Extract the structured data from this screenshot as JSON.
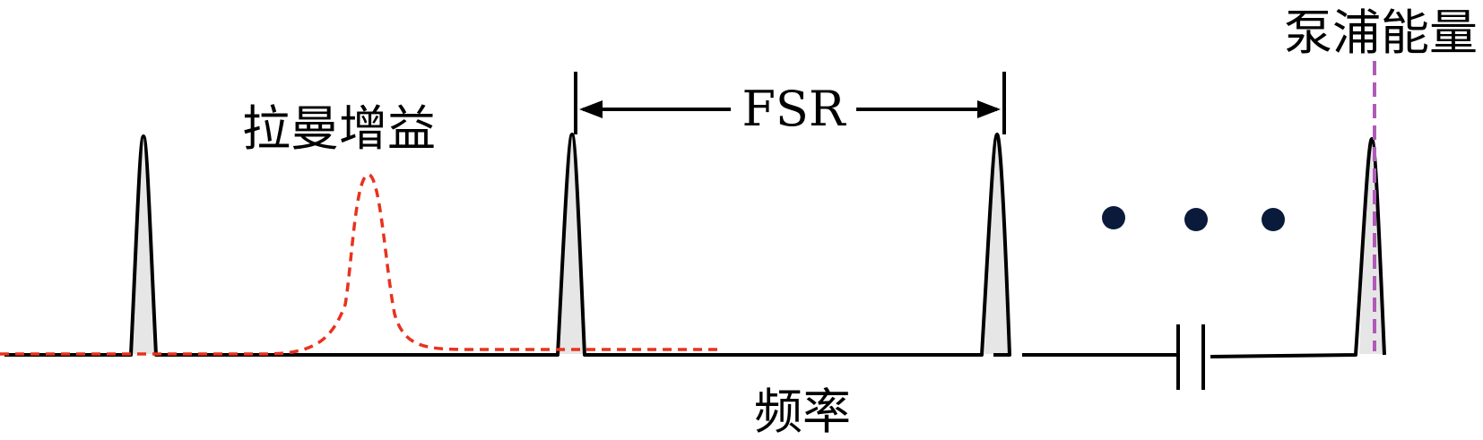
{
  "labels": {
    "raman_gain": "拉曼增益",
    "fsr": "FSR",
    "pump_energy": "泵浦能量",
    "frequency": "频率"
  },
  "colors": {
    "resonance": "#000000",
    "resonance_fill": "#e6e6e6",
    "raman_gain": "#e8321e",
    "pump": "#b05ab8",
    "dots": "#0a1a3a"
  },
  "ellipsis_dot_count": 3
}
